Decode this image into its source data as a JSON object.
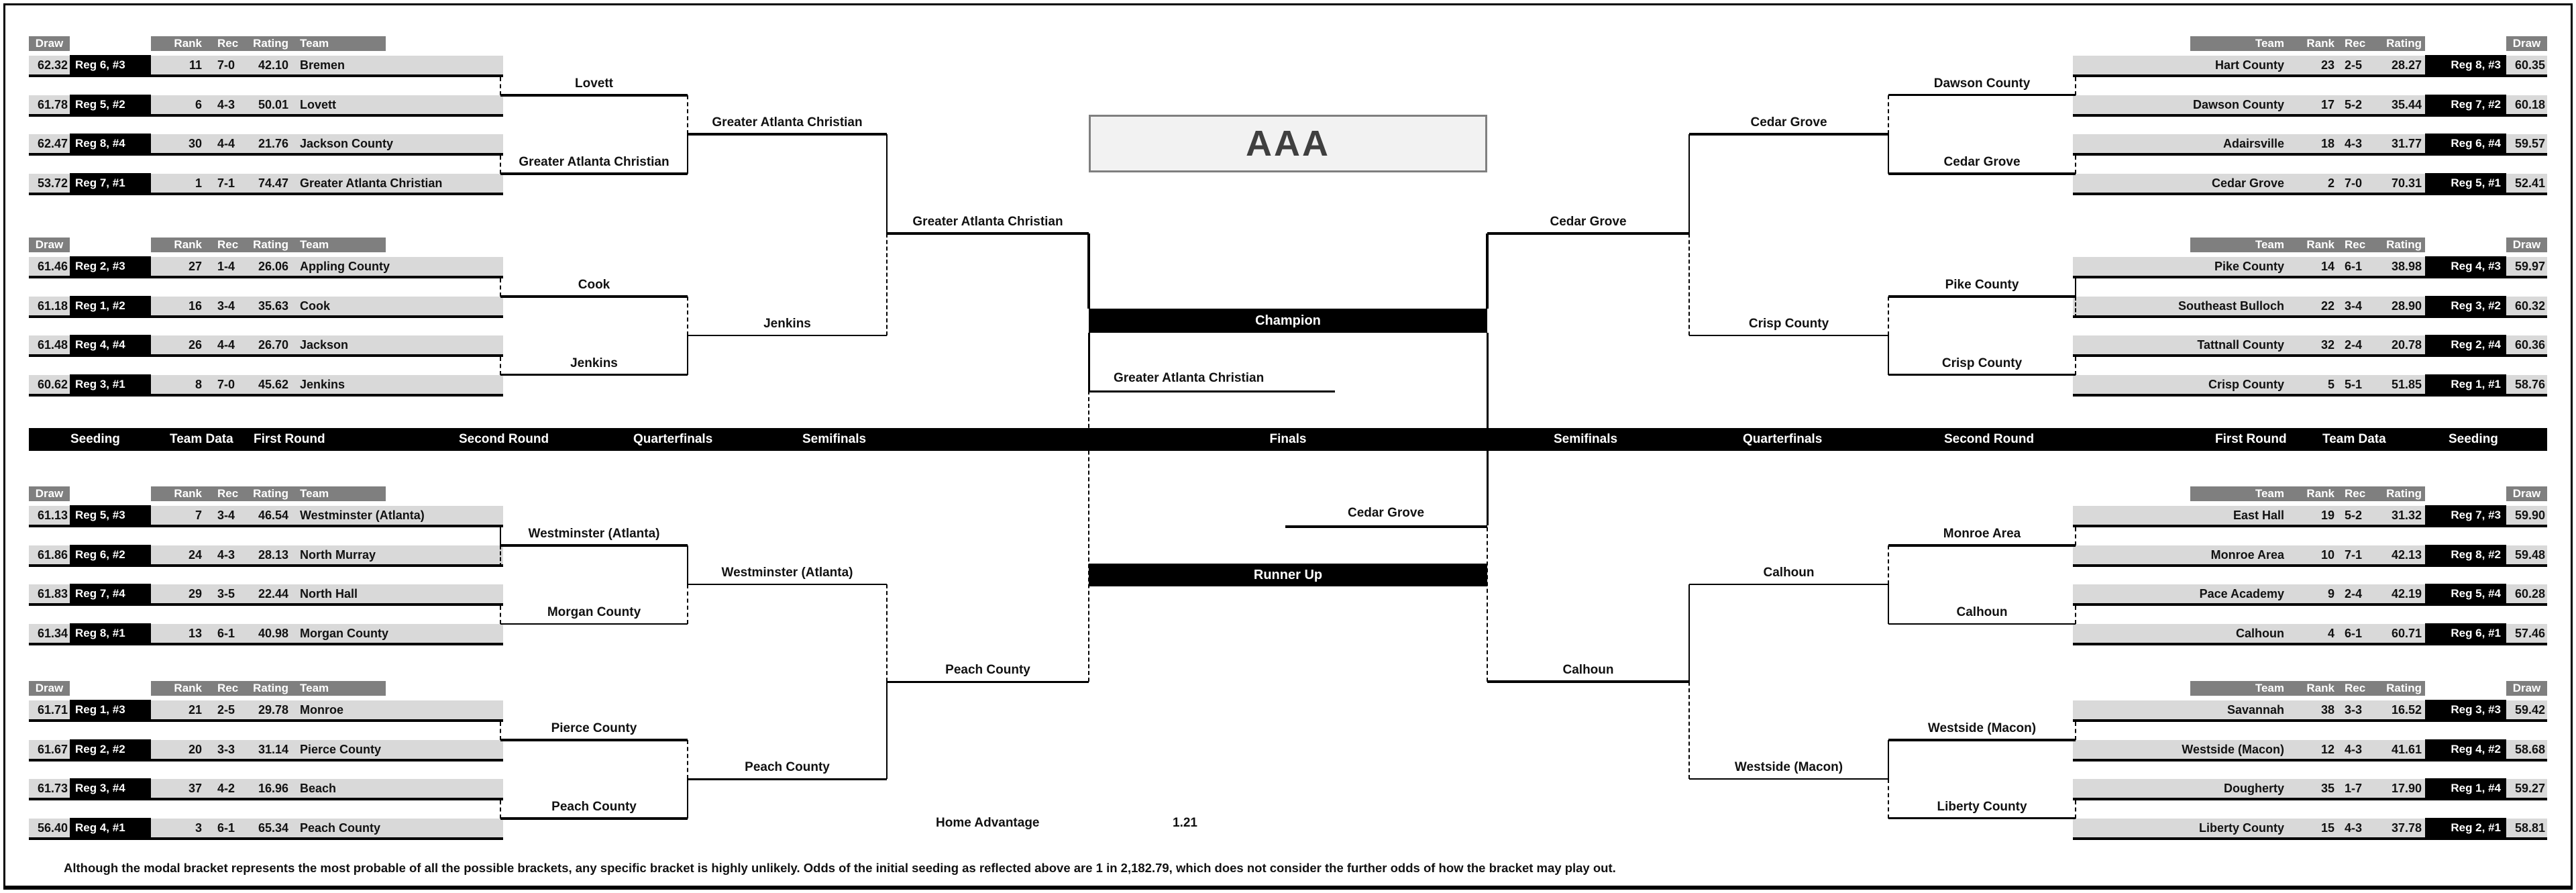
{
  "title": "AAA",
  "champion_bar_label": "Champion",
  "runner_up_bar_label": "Runner Up",
  "champion_name": "Greater Atlanta Christian",
  "runner_up_name": "Cedar Grove",
  "home_advantage_label": "Home Advantage",
  "home_advantage_value": "1.21",
  "footnote": "Although the modal bracket represents the most probable of all the possible brackets, any specific bracket is highly unlikely.  Odds of the initial seeding as reflected above are 1 in 2,182.79, which does not consider the further odds of how the bracket may play out.",
  "table_headers": {
    "draw": "Draw",
    "rank": "Rank",
    "rec": "Rec",
    "rating": "Rating",
    "team": "Team"
  },
  "round_bar": {
    "left": [
      "Seeding",
      "Team Data",
      "First Round",
      "Second Round",
      "Quarterfinals",
      "Semifinals"
    ],
    "finals": "Finals",
    "right": [
      "Semifinals",
      "Quarterfinals",
      "Second Round",
      "First Round",
      "Team Data",
      "Seeding"
    ]
  },
  "colors": {
    "row_fill": "#d9d9d9",
    "header_fill": "#7f7f7f",
    "seed_fill": "#000000",
    "line": "#000000",
    "title_fill": "#f2f2f2"
  },
  "left_groups": [
    {
      "teams": [
        {
          "draw": "62.32",
          "seed": "Reg 6, #3",
          "rank": "11",
          "rec": "7-0",
          "rating": "42.10",
          "name": "Bremen"
        },
        {
          "draw": "61.78",
          "seed": "Reg 5, #2",
          "rank": "6",
          "rec": "4-3",
          "rating": "50.01",
          "name": "Lovett"
        },
        {
          "draw": "62.47",
          "seed": "Reg 8, #4",
          "rank": "30",
          "rec": "4-4",
          "rating": "21.76",
          "name": "Jackson County"
        },
        {
          "draw": "53.72",
          "seed": "Reg 7, #1",
          "rank": "1",
          "rec": "7-1",
          "rating": "74.47",
          "name": "Greater Atlanta Christian"
        }
      ]
    },
    {
      "teams": [
        {
          "draw": "61.46",
          "seed": "Reg 2, #3",
          "rank": "27",
          "rec": "1-4",
          "rating": "26.06",
          "name": "Appling County"
        },
        {
          "draw": "61.18",
          "seed": "Reg 1, #2",
          "rank": "16",
          "rec": "3-4",
          "rating": "35.63",
          "name": "Cook"
        },
        {
          "draw": "61.48",
          "seed": "Reg 4, #4",
          "rank": "26",
          "rec": "4-4",
          "rating": "26.70",
          "name": "Jackson"
        },
        {
          "draw": "60.62",
          "seed": "Reg 3, #1",
          "rank": "8",
          "rec": "7-0",
          "rating": "45.62",
          "name": "Jenkins"
        }
      ]
    },
    {
      "teams": [
        {
          "draw": "61.13",
          "seed": "Reg 5, #3",
          "rank": "7",
          "rec": "3-4",
          "rating": "46.54",
          "name": "Westminster (Atlanta)"
        },
        {
          "draw": "61.86",
          "seed": "Reg 6, #2",
          "rank": "24",
          "rec": "4-3",
          "rating": "28.13",
          "name": "North Murray"
        },
        {
          "draw": "61.83",
          "seed": "Reg 7, #4",
          "rank": "29",
          "rec": "3-5",
          "rating": "22.44",
          "name": "North Hall"
        },
        {
          "draw": "61.34",
          "seed": "Reg 8, #1",
          "rank": "13",
          "rec": "6-1",
          "rating": "40.98",
          "name": "Morgan County"
        }
      ]
    },
    {
      "teams": [
        {
          "draw": "61.71",
          "seed": "Reg 1, #3",
          "rank": "21",
          "rec": "2-5",
          "rating": "29.78",
          "name": "Monroe"
        },
        {
          "draw": "61.67",
          "seed": "Reg 2, #2",
          "rank": "20",
          "rec": "3-3",
          "rating": "31.14",
          "name": "Pierce County"
        },
        {
          "draw": "61.73",
          "seed": "Reg 3, #4",
          "rank": "37",
          "rec": "4-2",
          "rating": "16.96",
          "name": "Beach"
        },
        {
          "draw": "56.40",
          "seed": "Reg 4, #1",
          "rank": "3",
          "rec": "6-1",
          "rating": "65.34",
          "name": "Peach County"
        }
      ]
    }
  ],
  "right_groups": [
    {
      "teams": [
        {
          "name": "Hart County",
          "rank": "23",
          "rec": "2-5",
          "rating": "28.27",
          "seed": "Reg 8, #3",
          "draw": "60.35"
        },
        {
          "name": "Dawson County",
          "rank": "17",
          "rec": "5-2",
          "rating": "35.44",
          "seed": "Reg 7, #2",
          "draw": "60.18"
        },
        {
          "name": "Adairsville",
          "rank": "18",
          "rec": "4-3",
          "rating": "31.77",
          "seed": "Reg 6, #4",
          "draw": "59.57"
        },
        {
          "name": "Cedar Grove",
          "rank": "2",
          "rec": "7-0",
          "rating": "70.31",
          "seed": "Reg 5, #1",
          "draw": "52.41"
        }
      ]
    },
    {
      "teams": [
        {
          "name": "Pike County",
          "rank": "14",
          "rec": "6-1",
          "rating": "38.98",
          "seed": "Reg 4, #3",
          "draw": "59.97"
        },
        {
          "name": "Southeast Bulloch",
          "rank": "22",
          "rec": "3-4",
          "rating": "28.90",
          "seed": "Reg 3, #2",
          "draw": "60.32"
        },
        {
          "name": "Tattnall County",
          "rank": "32",
          "rec": "2-4",
          "rating": "20.78",
          "seed": "Reg 2, #4",
          "draw": "60.36"
        },
        {
          "name": "Crisp County",
          "rank": "5",
          "rec": "5-1",
          "rating": "51.85",
          "seed": "Reg 1, #1",
          "draw": "58.76"
        }
      ]
    },
    {
      "teams": [
        {
          "name": "East Hall",
          "rank": "19",
          "rec": "5-2",
          "rating": "31.32",
          "seed": "Reg 7, #3",
          "draw": "59.90"
        },
        {
          "name": "Monroe Area",
          "rank": "10",
          "rec": "7-1",
          "rating": "42.13",
          "seed": "Reg 8, #2",
          "draw": "59.48"
        },
        {
          "name": "Pace Academy",
          "rank": "9",
          "rec": "2-4",
          "rating": "42.19",
          "seed": "Reg 5, #4",
          "draw": "60.28"
        },
        {
          "name": "Calhoun",
          "rank": "4",
          "rec": "6-1",
          "rating": "60.71",
          "seed": "Reg 6, #1",
          "draw": "57.46"
        }
      ]
    },
    {
      "teams": [
        {
          "name": "Savannah",
          "rank": "38",
          "rec": "3-3",
          "rating": "16.52",
          "seed": "Reg 3, #3",
          "draw": "59.42"
        },
        {
          "name": "Westside (Macon)",
          "rank": "12",
          "rec": "4-3",
          "rating": "41.61",
          "seed": "Reg 4, #2",
          "draw": "58.68"
        },
        {
          "name": "Dougherty",
          "rank": "35",
          "rec": "1-7",
          "rating": "17.90",
          "seed": "Reg 1, #4",
          "draw": "59.27"
        },
        {
          "name": "Liberty County",
          "rank": "15",
          "rec": "4-3",
          "rating": "37.78",
          "seed": "Reg 2, #1",
          "draw": "58.81"
        }
      ]
    }
  ],
  "bracket": {
    "left": {
      "r1": [
        "Lovett",
        "Greater Atlanta Christian",
        "Cook",
        "Jenkins",
        "Westminster (Atlanta)",
        "Morgan County",
        "Pierce County",
        "Peach County"
      ],
      "r2": [
        "Greater Atlanta Christian",
        "Jenkins",
        "Westminster (Atlanta)",
        "Peach County"
      ],
      "sf": [
        "Greater Atlanta Christian",
        "Peach County"
      ]
    },
    "right": {
      "r1": [
        "Dawson County",
        "Cedar Grove",
        "Pike County",
        "Crisp County",
        "Monroe Area",
        "Calhoun",
        "Westside (Macon)",
        "Liberty County"
      ],
      "r2": [
        "Cedar Grove",
        "Crisp County",
        "Calhoun",
        "Westside (Macon)"
      ],
      "sf": [
        "Cedar Grove",
        "Calhoun"
      ]
    }
  }
}
